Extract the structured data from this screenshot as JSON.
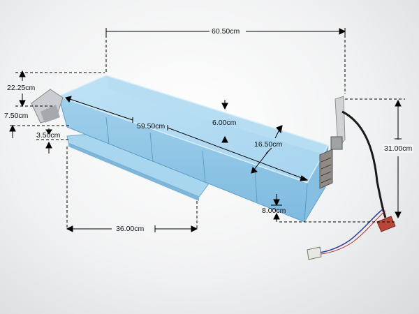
{
  "dimensions": {
    "overall_length": "60.50cm",
    "height_top": "22.25cm",
    "step_height": "7.50cm",
    "lip_height": "3.50cm",
    "inner_length": "59.50cm",
    "depth": "6.00cm",
    "width": "16.50cm",
    "side_height": "31.00cm",
    "foot_height": "8.00cm",
    "base_length": "36.00cm"
  },
  "colors": {
    "tray_light": "#a9d6ef",
    "tray_mid": "#8ec6e6",
    "tray_dark": "#6eaed4",
    "dimension_line": "#000000",
    "cable": "#1a1a1a"
  }
}
